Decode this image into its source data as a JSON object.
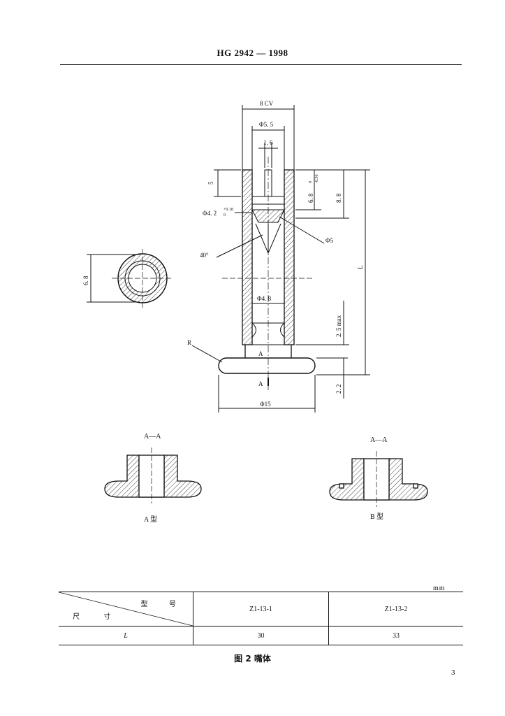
{
  "header": {
    "standard_no": "HG 2942 — 1998"
  },
  "drawing": {
    "dims": {
      "cv": "8 CV",
      "phi55": "Φ5. 5",
      "slot": "1. 6",
      "five": "5",
      "d68": "6. 8",
      "d68_tol": "0",
      "d68_tol2": "-0.36",
      "d88": "8. 8",
      "phi42": "Φ4. 2",
      "phi42_tol": "+0.18",
      "phi42_tol2": "0",
      "phi5": "Φ5",
      "angle": "40°",
      "phi48": "Φ4. 8",
      "l": "L",
      "max25": "2. 5 max",
      "d22": "2. 2",
      "phi15": "Φ15",
      "r": "R",
      "a_mark": "A",
      "side_68": "6. 8"
    },
    "sections": {
      "a": {
        "title": "A—A",
        "label": "A 型"
      },
      "b": {
        "title": "A—A",
        "label": "B 型"
      }
    }
  },
  "table": {
    "unit": "mm",
    "corner_top": "型 号",
    "corner_bottom": "尺 寸",
    "models": [
      "Z1-13-1",
      "Z1-13-2"
    ],
    "row_label": "L",
    "values": [
      "30",
      "33"
    ]
  },
  "caption": "图 2 嘴体",
  "page_number": "3"
}
